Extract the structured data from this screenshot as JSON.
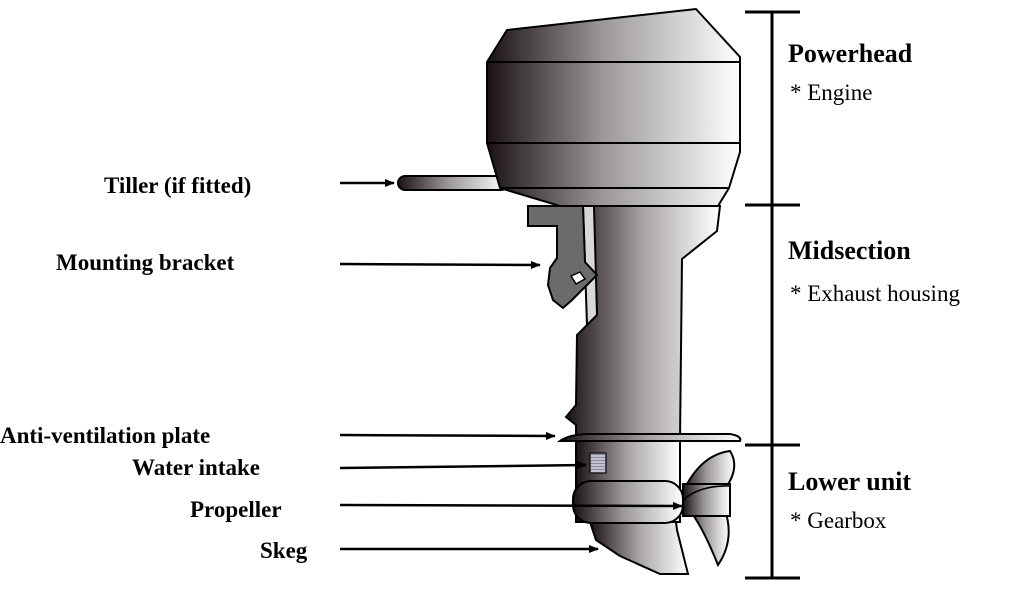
{
  "left_labels": {
    "tiller": "Tiller (if fitted)",
    "mounting_bracket": "Mounting bracket",
    "anti_ventilation_plate": "Anti-ventilation plate",
    "water_intake": "Water intake",
    "propeller": "Propeller",
    "skeg": "Skeg"
  },
  "sections": [
    {
      "title": "Powerhead",
      "detail": "* Engine"
    },
    {
      "title": "Midsection",
      "detail": "* Exhaust housing"
    },
    {
      "title": "Lower unit",
      "detail": "* Gearbox"
    }
  ],
  "colors": {
    "bracket": "#6b6b6b",
    "shade_dark": "#1a1212",
    "shade_light": "#ffffff"
  }
}
